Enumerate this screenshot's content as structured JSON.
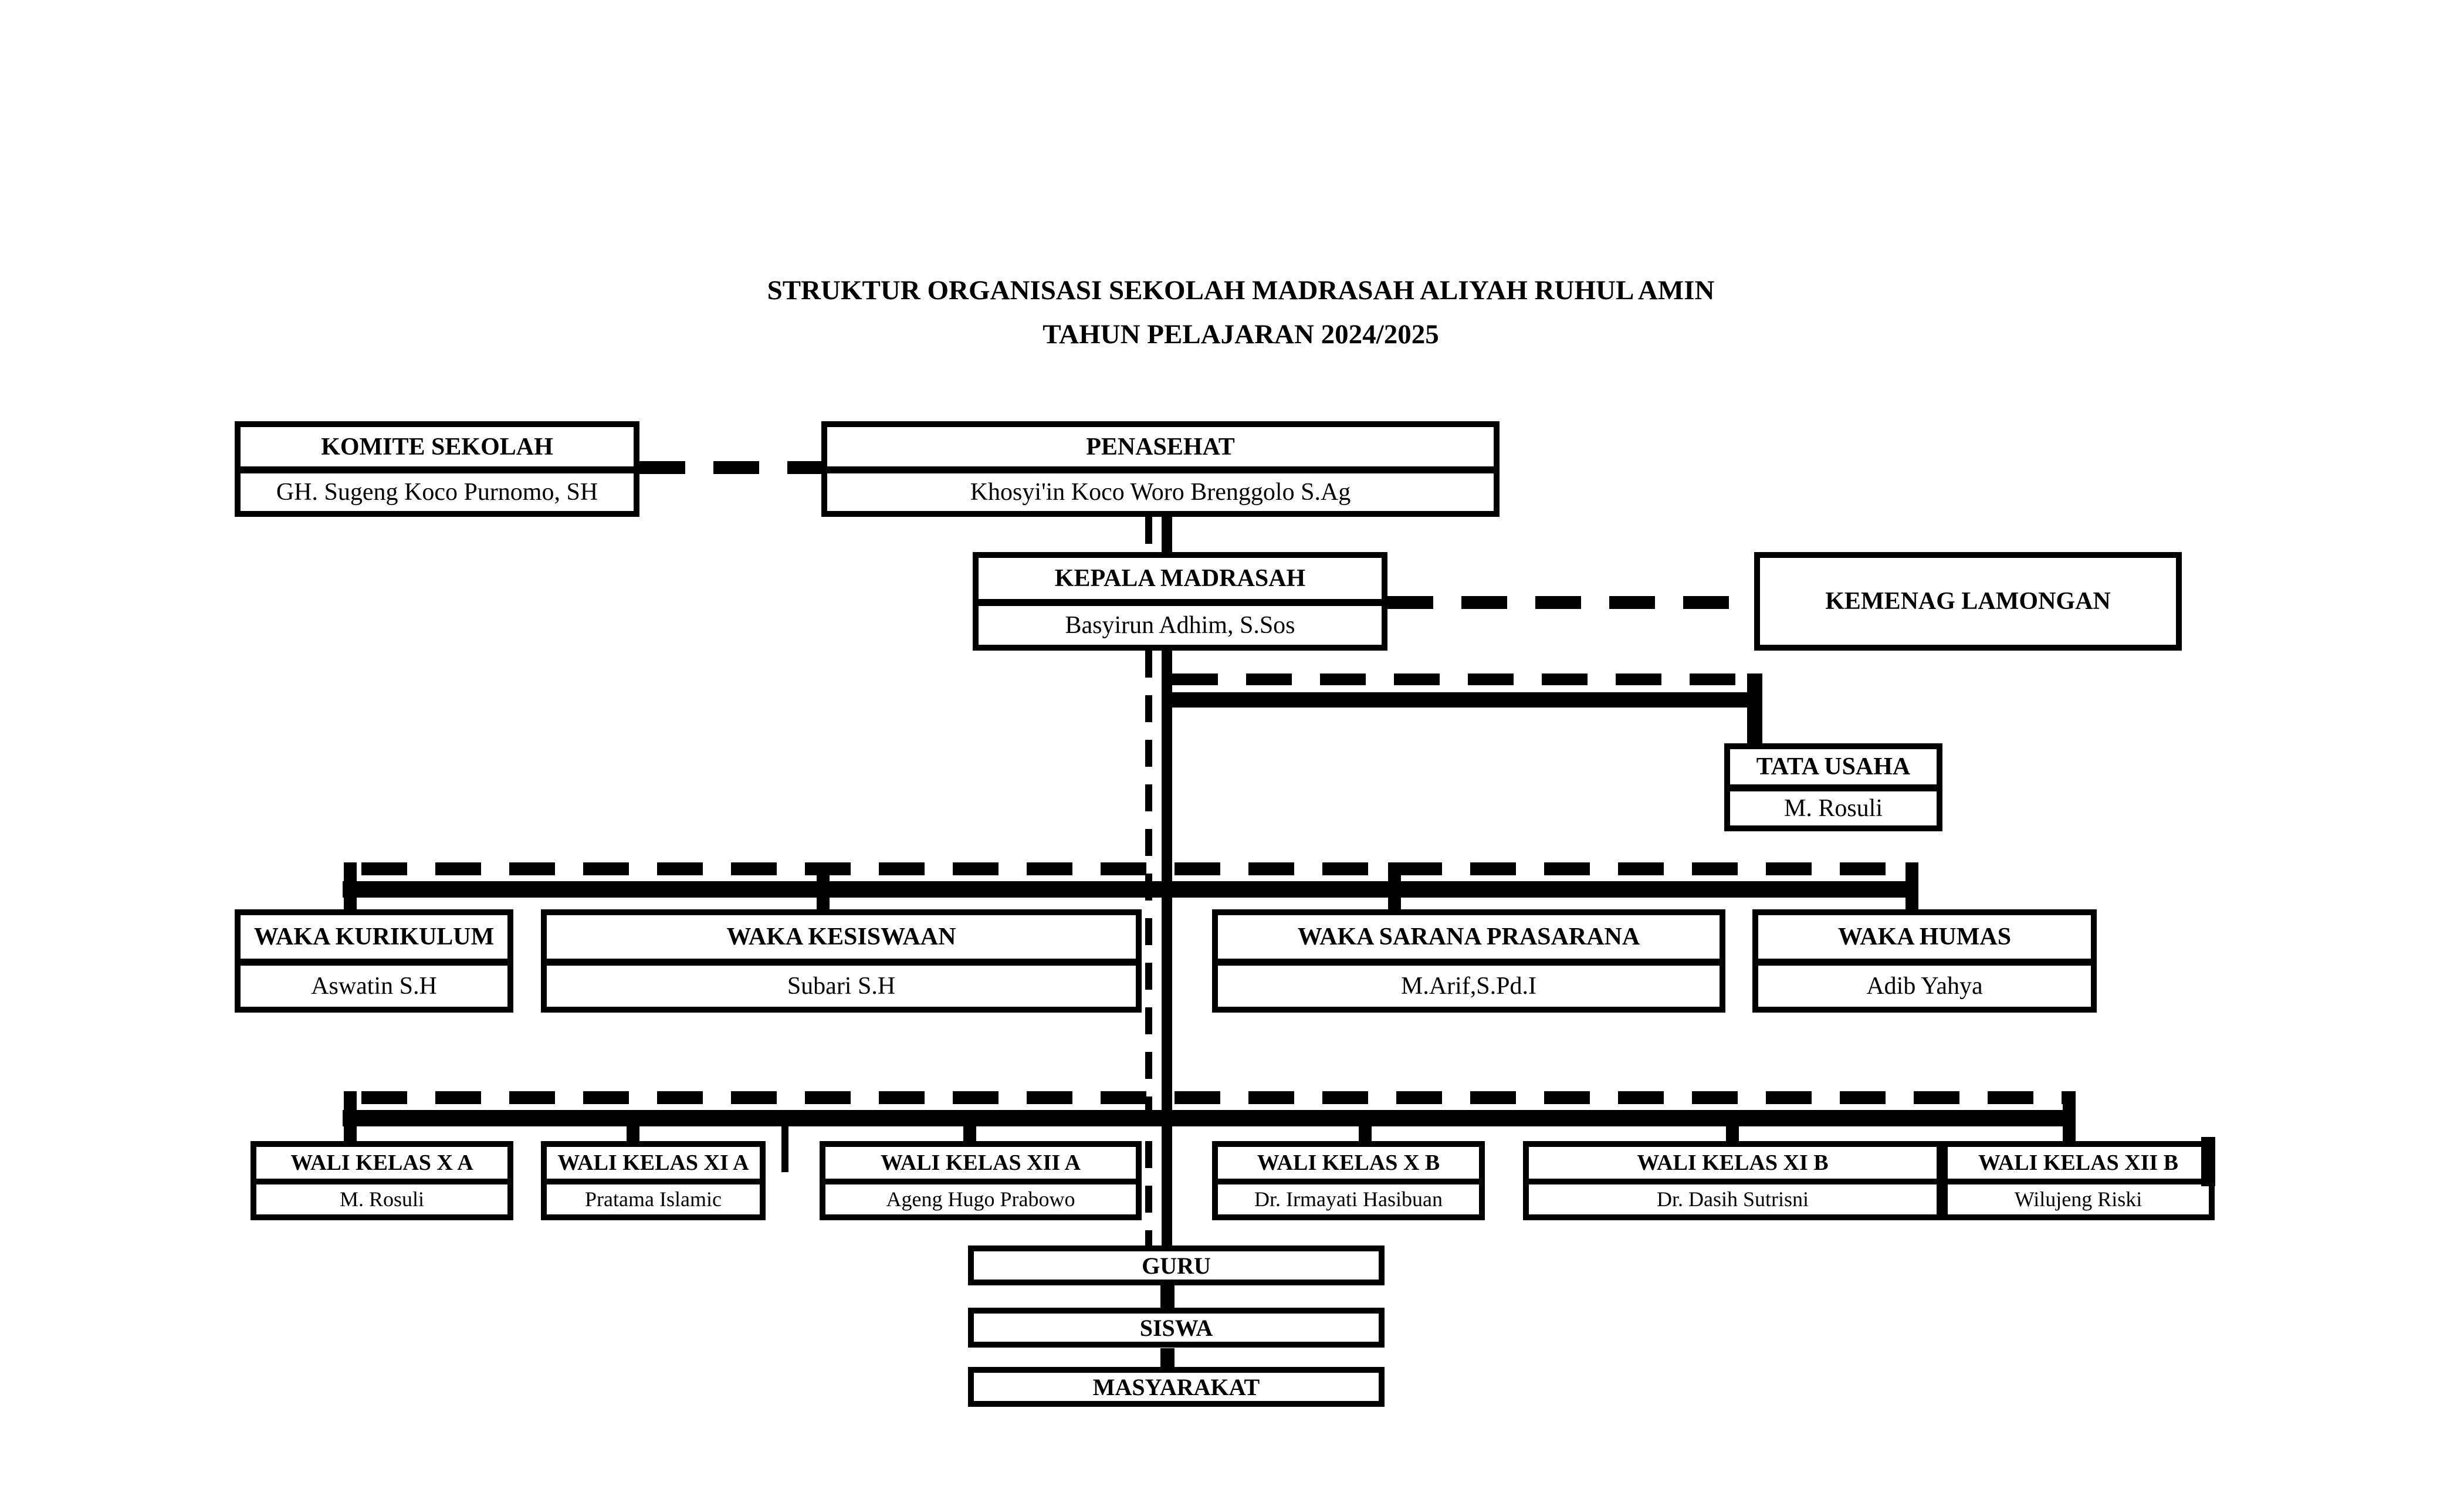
{
  "title": {
    "line1": "STRUKTUR ORGANISASI SEKOLAH MADRASAH ALIYAH RUHUL AMIN",
    "line2": "TAHUN PELAJARAN 2024/2025"
  },
  "boxes": {
    "komite": {
      "title": "KOMITE SEKOLAH",
      "name": "GH. Sugeng Koco Purnomo, SH"
    },
    "penasehat": {
      "title": "PENASEHAT",
      "name": "Khosyi'in Koco Woro Brenggolo S.Ag"
    },
    "kepala": {
      "title": "KEPALA MADRASAH",
      "name": "Basyirun Adhim, S.Sos"
    },
    "kemenag": {
      "title": "KEMENAG LAMONGAN"
    },
    "tata_usaha": {
      "title": "TATA USAHA",
      "name": "M. Rosuli"
    },
    "waka_kurikulum": {
      "title": "WAKA KURIKULUM",
      "name": "Aswatin S.H"
    },
    "waka_kesiswaan": {
      "title": "WAKA KESISWAAN",
      "name": "Subari S.H"
    },
    "waka_sarana": {
      "title": "WAKA SARANA PRASARANA",
      "name": "M.Arif,S.Pd.I"
    },
    "waka_humas": {
      "title": "WAKA HUMAS",
      "name": "Adib Yahya"
    },
    "wali_x_a": {
      "title": "WALI KELAS X A",
      "name": "M. Rosuli"
    },
    "wali_xi_a": {
      "title": "WALI KELAS XI A",
      "name": "Pratama Islamic"
    },
    "wali_xii_a": {
      "title": "WALI KELAS XII A",
      "name": "Ageng Hugo Prabowo"
    },
    "wali_x_b": {
      "title": "WALI KELAS X B",
      "name": "Dr. Irmayati Hasibuan"
    },
    "wali_xi_b": {
      "title": "WALI KELAS XI B",
      "name": "Dr. Dasih Sutrisni"
    },
    "wali_xii_b": {
      "title": "WALI KELAS XII B",
      "name": "Wilujeng Riski"
    },
    "guru": {
      "title": "GURU"
    },
    "siswa": {
      "title": "SISWA"
    },
    "masyarakat": {
      "title": "MASYARAKAT"
    }
  },
  "colors": {
    "line": "#000000",
    "background": "#ffffff"
  }
}
